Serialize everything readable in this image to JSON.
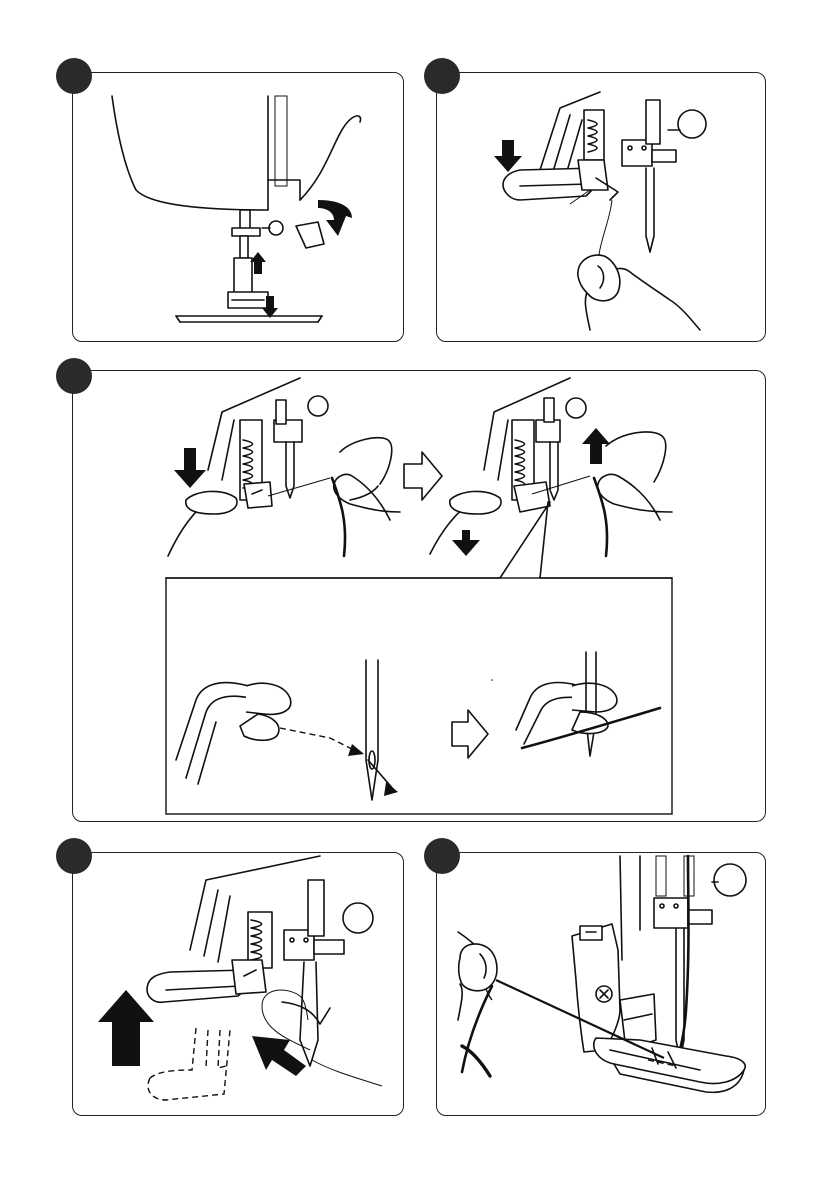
{
  "page": {
    "background": "#ffffff",
    "ink": "#111111",
    "badge_color": "#2a2a2a"
  },
  "steps": [
    {
      "icon": "lower-presser-foot-illustration"
    },
    {
      "icon": "needle-threader-hook-illustration"
    },
    {
      "icon": "thread-through-needle-eye-illustration"
    },
    {
      "icon": "raise-threader-lever-illustration"
    },
    {
      "icon": "pull-thread-under-foot-illustration"
    }
  ],
  "detail_inset": {
    "icon": "threader-hook-detail-illustration"
  }
}
